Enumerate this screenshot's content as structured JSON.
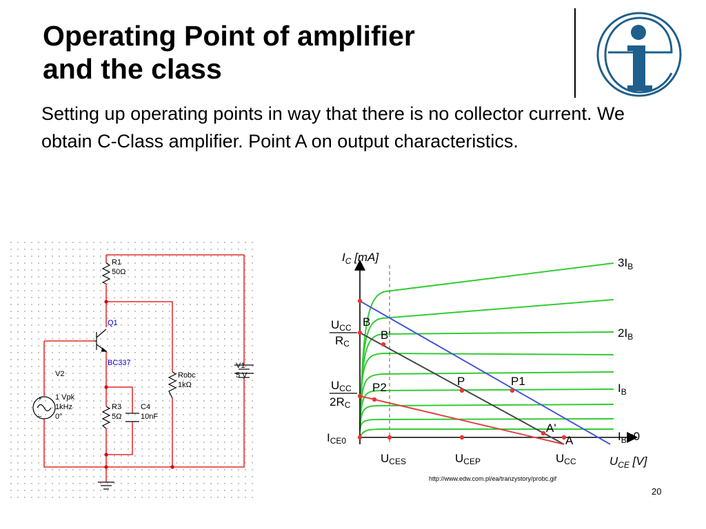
{
  "title": {
    "line1": "Operating Point of amplifier",
    "line2": "and the class"
  },
  "body": "Setting up operating points in way that there is no collector current.  We obtain C-Class amplifier. Point A on output characteristics.",
  "logo": {
    "icon": "ie-logo-icon",
    "color": "#1f5f8b"
  },
  "circuit": {
    "r1_name": "R1",
    "r1_value": "50Ω",
    "q1_name": "Q1",
    "q1_model": "BC337",
    "v2_name": "V2",
    "v2_amp": "1 Vpk",
    "v2_freq": "1kHz",
    "v2_phase": "0°",
    "r3_name": "R3",
    "r3_value": "5Ω",
    "c4_name": "C4",
    "c4_value": "10nF",
    "robc_name": "Robc",
    "robc_value": "1kΩ",
    "v1_name": "V1",
    "v1_value": "5 V",
    "plus": "+",
    "minus": "−",
    "wire_color": "#dd0000"
  },
  "chart": {
    "y_axis": "I",
    "y_axis_sub": "C",
    "y_axis_unit": " [mA]",
    "x_axis": "U",
    "x_axis_sub": "CE",
    "x_axis_unit": " [V]",
    "curve_labels": {
      "c3": "3I",
      "c2": "2I",
      "c1": "I",
      "c0": "I",
      "c0_suffix": "=0",
      "sub": "B"
    },
    "points": {
      "B": "B",
      "Bp": "B'",
      "P": "P",
      "P1": "P1",
      "P2": "P2",
      "Ap": "A'",
      "A": "A"
    },
    "y_labels": {
      "ucc": "U",
      "ucc_sub": "CC",
      "rc": "R",
      "rc_sub": "C",
      "two_rc": "2R",
      "ice0": "I",
      "ice0_sub": "CE0"
    },
    "x_labels": {
      "u": "U",
      "uces_sub": "CES",
      "ucep_sub": "CEP",
      "ucc_sub": "CC"
    },
    "colors": {
      "curves": "#33cc33",
      "blue_line": "#4455dd",
      "black_line": "#444444",
      "red_line": "#dd4444",
      "points": "#ee3333"
    }
  },
  "source_url": "http://www.edw.com.pl/ea/tranzystory/probc.gif",
  "page_number": "20"
}
